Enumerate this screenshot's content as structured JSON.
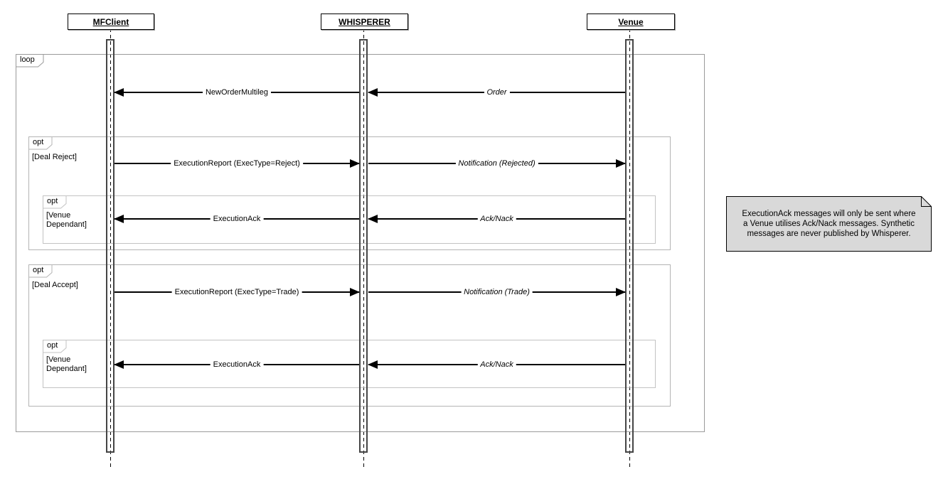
{
  "colors": {
    "note_bg": "#d9d9d9",
    "frame_border": "#a9a9a9",
    "arrow_color": "#000000"
  },
  "diagram": {
    "participants": [
      {
        "name": "MFClient"
      },
      {
        "name": "WHISPERER"
      },
      {
        "name": "Venue"
      }
    ],
    "fragments": {
      "loop": {
        "operator": "loop"
      },
      "deal_reject": {
        "operator": "opt",
        "guard": "[Deal Reject]"
      },
      "venue_dependant_reject": {
        "operator": "opt",
        "guard": "[Venue\nDependant]"
      },
      "deal_accept": {
        "operator": "opt",
        "guard": "[Deal Accept]"
      },
      "venue_dependant_accept": {
        "operator": "opt",
        "guard": "[Venue\nDependant]"
      }
    },
    "messages": [
      {
        "label": "NewOrderMultileg",
        "from": "WHISPERER",
        "to": "MFClient",
        "style": "normal"
      },
      {
        "label": "Order",
        "from": "Venue",
        "to": "WHISPERER",
        "style": "italic"
      },
      {
        "label": "ExecutionReport (ExecType=Reject)",
        "from": "MFClient",
        "to": "WHISPERER",
        "style": "normal"
      },
      {
        "label": "Notification (Rejected)",
        "from": "WHISPERER",
        "to": "Venue",
        "style": "italic"
      },
      {
        "label": "ExecutionAck",
        "from": "WHISPERER",
        "to": "MFClient",
        "style": "normal"
      },
      {
        "label": "Ack/Nack",
        "from": "Venue",
        "to": "WHISPERER",
        "style": "italic"
      },
      {
        "label": "ExecutionReport (ExecType=Trade)",
        "from": "MFClient",
        "to": "WHISPERER",
        "style": "normal"
      },
      {
        "label": "Notification (Trade)",
        "from": "WHISPERER",
        "to": "Venue",
        "style": "italic"
      },
      {
        "label": "ExecutionAck",
        "from": "WHISPERER",
        "to": "MFClient",
        "style": "normal"
      },
      {
        "label": "Ack/Nack",
        "from": "Venue",
        "to": "WHISPERER",
        "style": "italic"
      }
    ]
  },
  "note": {
    "lines": [
      "ExecutionAck messages will only be sent where",
      "a Venue utilises Ack/Nack messages. Synthetic",
      "messages are never published by Whisperer."
    ]
  }
}
